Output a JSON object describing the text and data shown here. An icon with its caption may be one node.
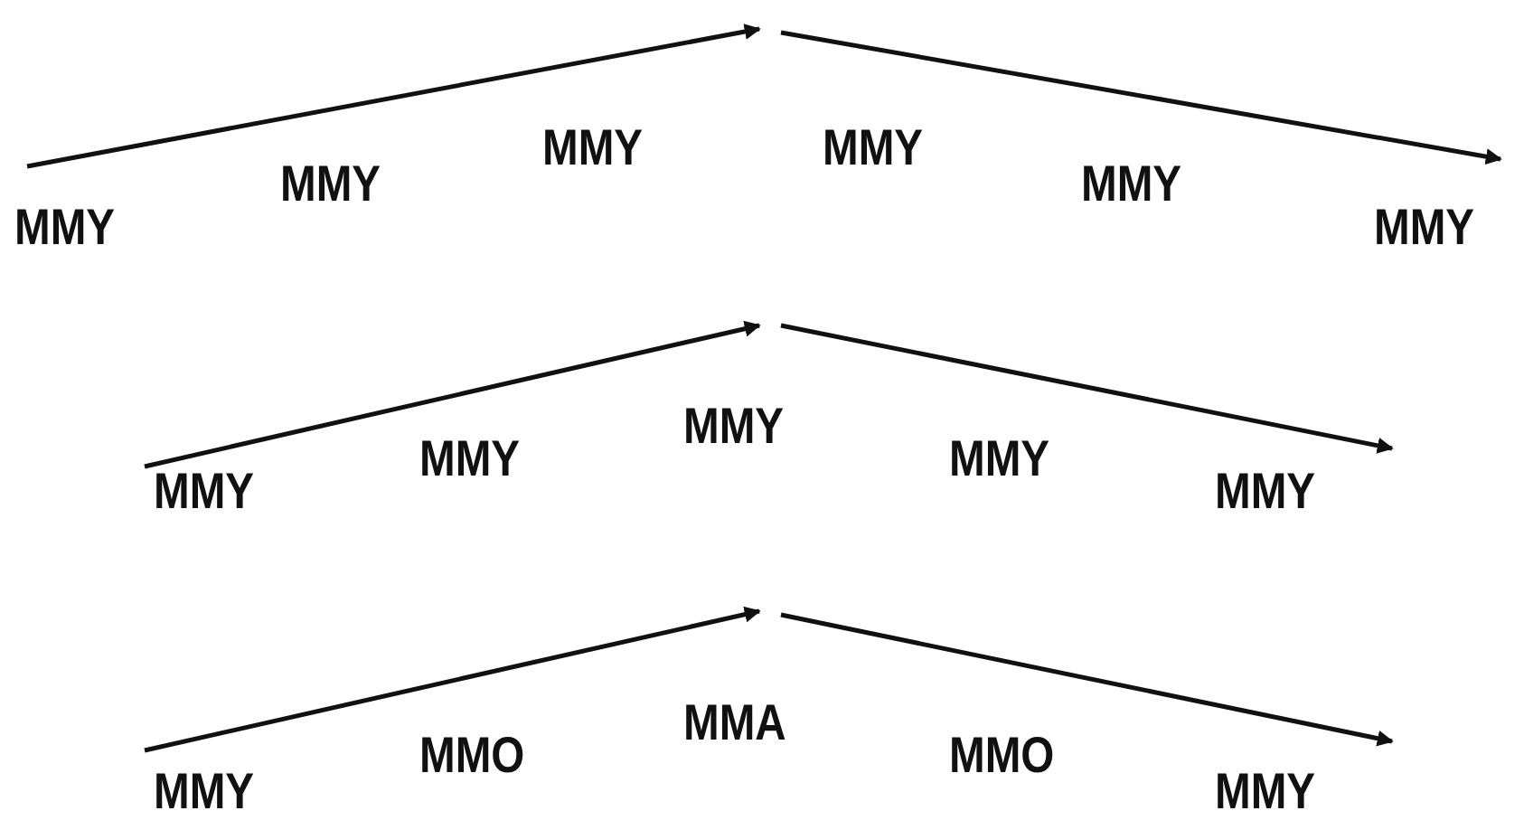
{
  "diagram": {
    "labels": [
      "MMY",
      "MMY",
      "MMY",
      "MMY",
      "MMY",
      "MMY",
      "MMY",
      "MMY",
      "MMY",
      "MMY",
      "MMY",
      "MMY",
      "MMO",
      "MMA",
      "MMO",
      "MMY"
    ]
  }
}
